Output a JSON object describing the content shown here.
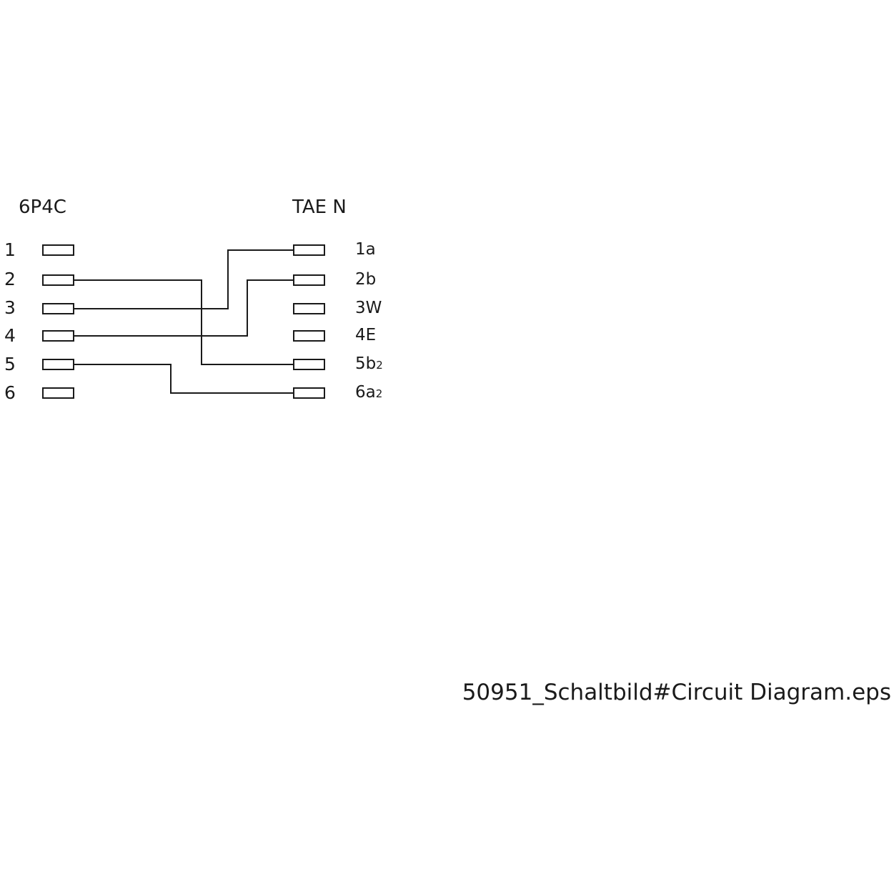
{
  "left_connector": {
    "title": "6P4C",
    "pins": [
      "1",
      "2",
      "3",
      "4",
      "5",
      "6"
    ]
  },
  "right_connector": {
    "title": "TAE N",
    "pins": [
      {
        "main": "1a",
        "sub": ""
      },
      {
        "main": "2b",
        "sub": ""
      },
      {
        "main": "3W",
        "sub": ""
      },
      {
        "main": "4E",
        "sub": ""
      },
      {
        "main": "5b",
        "sub": "2"
      },
      {
        "main": "6a",
        "sub": "2"
      }
    ]
  },
  "wiring": [
    {
      "from": "2",
      "to": "5b2"
    },
    {
      "from": "3",
      "to": "1a"
    },
    {
      "from": "4",
      "to": "2b"
    },
    {
      "from": "5",
      "to": "6a2"
    }
  ],
  "caption": "50951_Schaltbild#Circuit Diagram.eps",
  "colors": {
    "line": "#1a1a1a",
    "background": "#ffffff"
  }
}
